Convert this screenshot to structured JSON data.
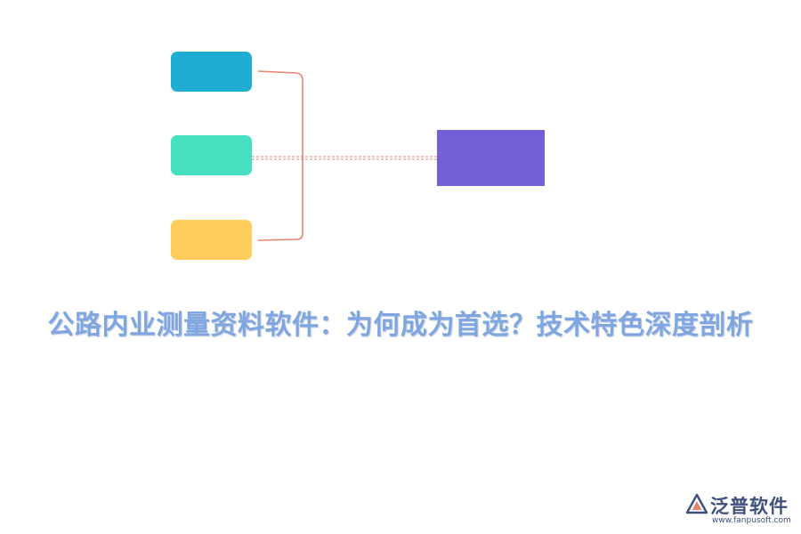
{
  "diagram": {
    "nodes": [
      {
        "id": "source-1",
        "label": "",
        "color": "#1fadd4"
      },
      {
        "id": "source-2",
        "label": "",
        "color": "#44e0bf"
      },
      {
        "id": "source-3",
        "label": "",
        "color": "#ffcd5c"
      },
      {
        "id": "target",
        "label": "",
        "color": "#755fd6"
      }
    ],
    "edges": [
      {
        "from": "source-1",
        "to": "target",
        "style": "bracket"
      },
      {
        "from": "source-2",
        "to": "target",
        "style": "dashed"
      },
      {
        "from": "source-3",
        "to": "target",
        "style": "bracket"
      }
    ],
    "connector_color": "#e8846e"
  },
  "title": "公路内业测量资料软件：为何成为首选？技术特色深度剖析",
  "logo": {
    "icon": "fanpu-logo-icon",
    "name": "泛普软件",
    "url": "www.fanpusoft.com"
  }
}
